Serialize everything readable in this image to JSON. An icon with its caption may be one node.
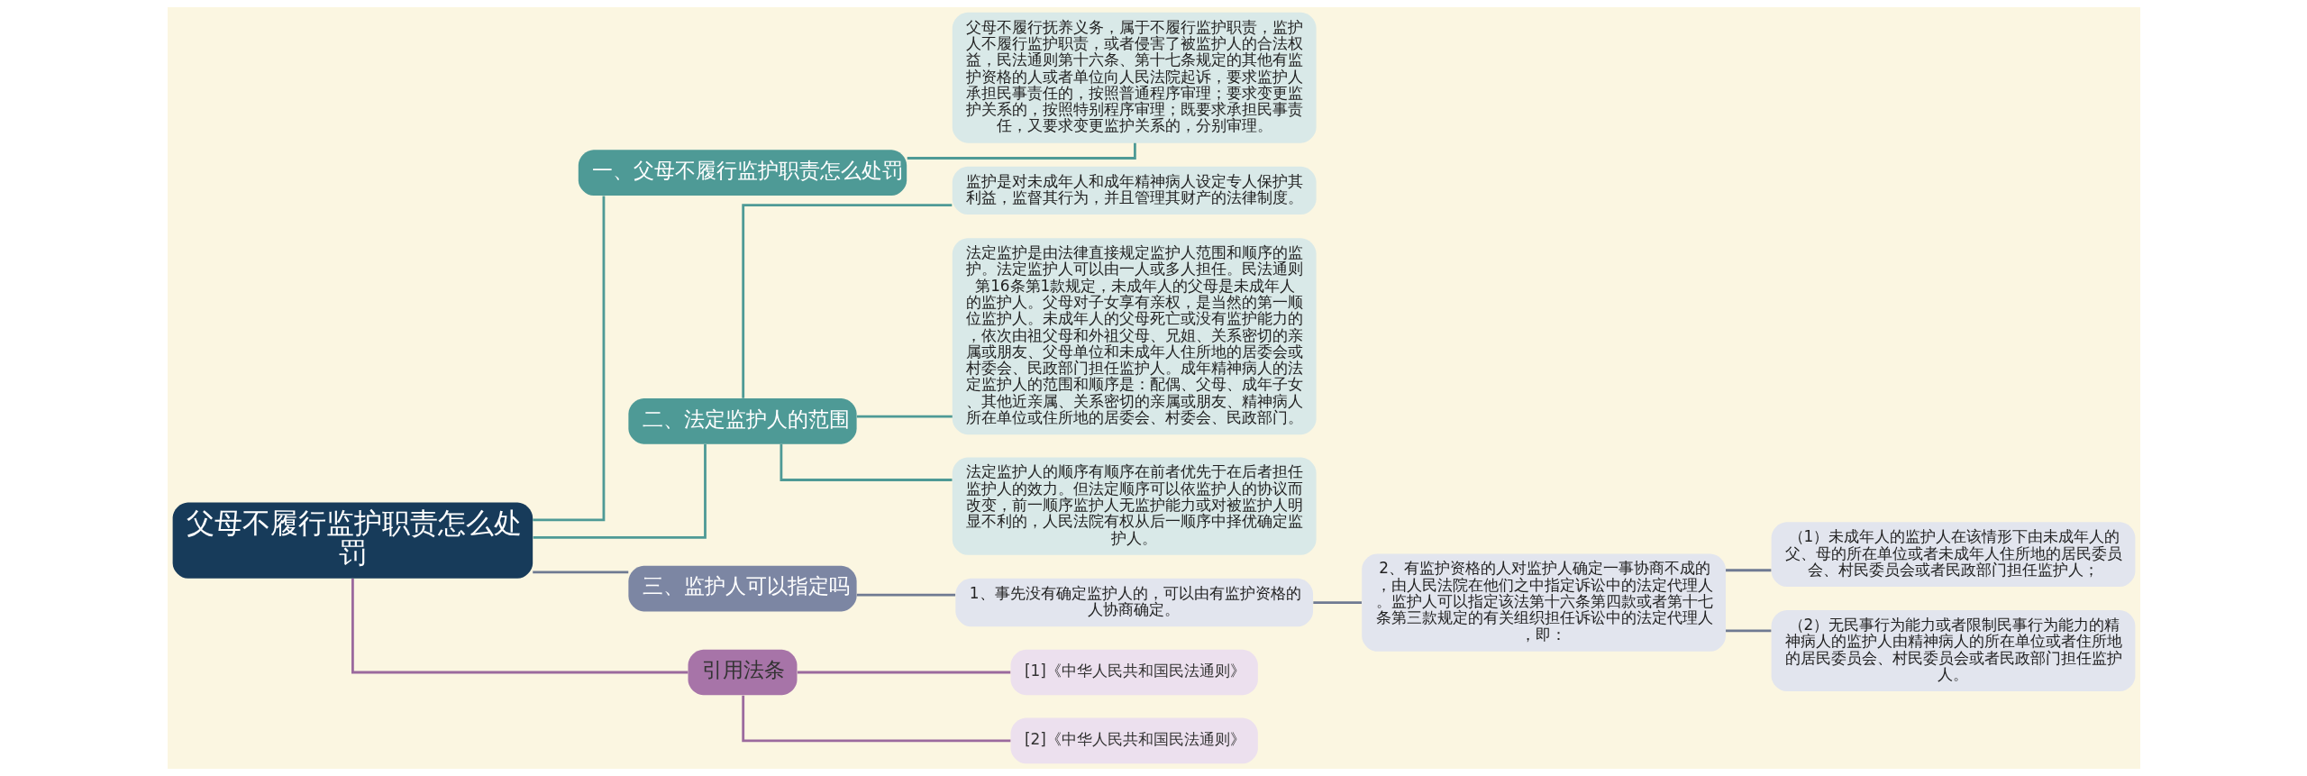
{
  "diagram": {
    "nodes": [
      {
        "text": [
          "父母不履行监护职责怎么处罚"
        ]
      },
      {
        "text": [
          "一、父母不履行监护职责怎么处罚"
        ]
      },
      {
        "text": [
          "父母不履行抚养义务，属于不履行监护职责，监护人不履行监护职责，或者侵害了被监护人的合法权益，民法通则第十六条、第十七条规定的其他有监护资格的人或者单位向人民法院起诉，要求监护人承担民事责任的，按照普通程序审理；要求变更监护关系的，按照特别程序审理；既要求承担民事责任，又要求变更监护关系的，分别审理。"
        ]
      },
      {
        "text": [
          "二、法定监护人的范围"
        ]
      },
      {
        "text": [
          "监护是对未成年人和成年精神病人设定专人保护其利益，监督其行为，并且管理其财产的法律制度。"
        ]
      },
      {
        "text": [
          "法定监护是由法律直接规定监护人范围和顺序的监护。法定监护人可以由一人或多人担任。民法通则第16条第1款规定，未成年人的父母是未成年人的监护人。父母对子女享有亲权，是当然的第一顺位监护人。未成年人的父母死亡或没有监护能力的，依次由祖父母和外祖父母、兄姐、关系密切的亲属或朋友、父母单位和未成年人住所地的居委会或村委会、民政部门担任监护人。成年精神病人的法定监护人的范围和顺序是：配偶、父母、成年子女、其他近亲属、关系密切的亲属或朋友、精神病人所在单位或住所地的居委会、村委会、民政部门。"
        ]
      },
      {
        "text": [
          "法定监护人的顺序有顺序在前者优先于在后者担任监护人的效力。但法定顺序可以依监护人的协议而改变，前一顺序监护人无监护能力或对被监护人明显不利的，人民法院有权从后一顺序中择优确定监护人。"
        ]
      },
      {
        "text": [
          "三、监护人可以指定吗"
        ]
      },
      {
        "text": [
          "1、事先没有确定监护人的，可以由有监护资格的人协商确定。"
        ]
      },
      {
        "text": [
          "2、有监护资格的人对监护人确定一事协商不成的，由人民法院在他们之中指定诉讼中的法定代理人。监护人可以指定该法第十六条第四款或者第十七条第三款规定的有关组织担任诉讼中的法定代理人，即："
        ]
      },
      {
        "text": [
          "（1）未成年人的监护人在该情形下由未成年人的父、母的所在单位或者未成年人住所地的居民委员会、村民委员会或者民政部门担任监护人；"
        ]
      },
      {
        "text": [
          "（2）无民事行为能力或者限制民事行为能力的精神病人的监护人由精神病人的所在单位或者住所地的居民委员会、村民委员会或者民政部门担任监护人。"
        ]
      },
      {
        "text": [
          "引用法条"
        ]
      },
      {
        "text": [
          "[1]《中华人民共和国民法通则》"
        ]
      },
      {
        "text": [
          "[2]《中华人民共和国民法通则》"
        ]
      }
    ],
    "edges": [
      {
        "from": 0,
        "to": 1,
        "arrow": "none"
      },
      {
        "from": 1,
        "to": 2,
        "arrow": "none"
      },
      {
        "from": 0,
        "to": 3,
        "arrow": "none"
      },
      {
        "from": 3,
        "to": 4,
        "arrow": "none"
      },
      {
        "from": 3,
        "to": 5,
        "arrow": "none"
      },
      {
        "from": 3,
        "to": 6,
        "arrow": "none"
      },
      {
        "from": 0,
        "to": 7,
        "arrow": "none",
        "color": "#6f7a92"
      },
      {
        "from": 7,
        "to": 8,
        "arrow": "none",
        "color": "#6f7a92"
      },
      {
        "from": 8,
        "to": 9,
        "arrow": "none",
        "color": "#6f7a92"
      },
      {
        "from": 9,
        "to": 10,
        "arrow": "none",
        "color": "#6f7a92"
      },
      {
        "from": 9,
        "to": 11,
        "arrow": "none",
        "color": "#6f7a92"
      },
      {
        "from": 0,
        "to": 12,
        "arrow": "none",
        "color": "#9b6a9e"
      },
      {
        "from": 12,
        "to": 13,
        "arrow": "none",
        "color": "#9b6a9e"
      },
      {
        "from": 12,
        "to": 14,
        "arrow": "none",
        "color": "#9b6a9e"
      }
    ]
  }
}
